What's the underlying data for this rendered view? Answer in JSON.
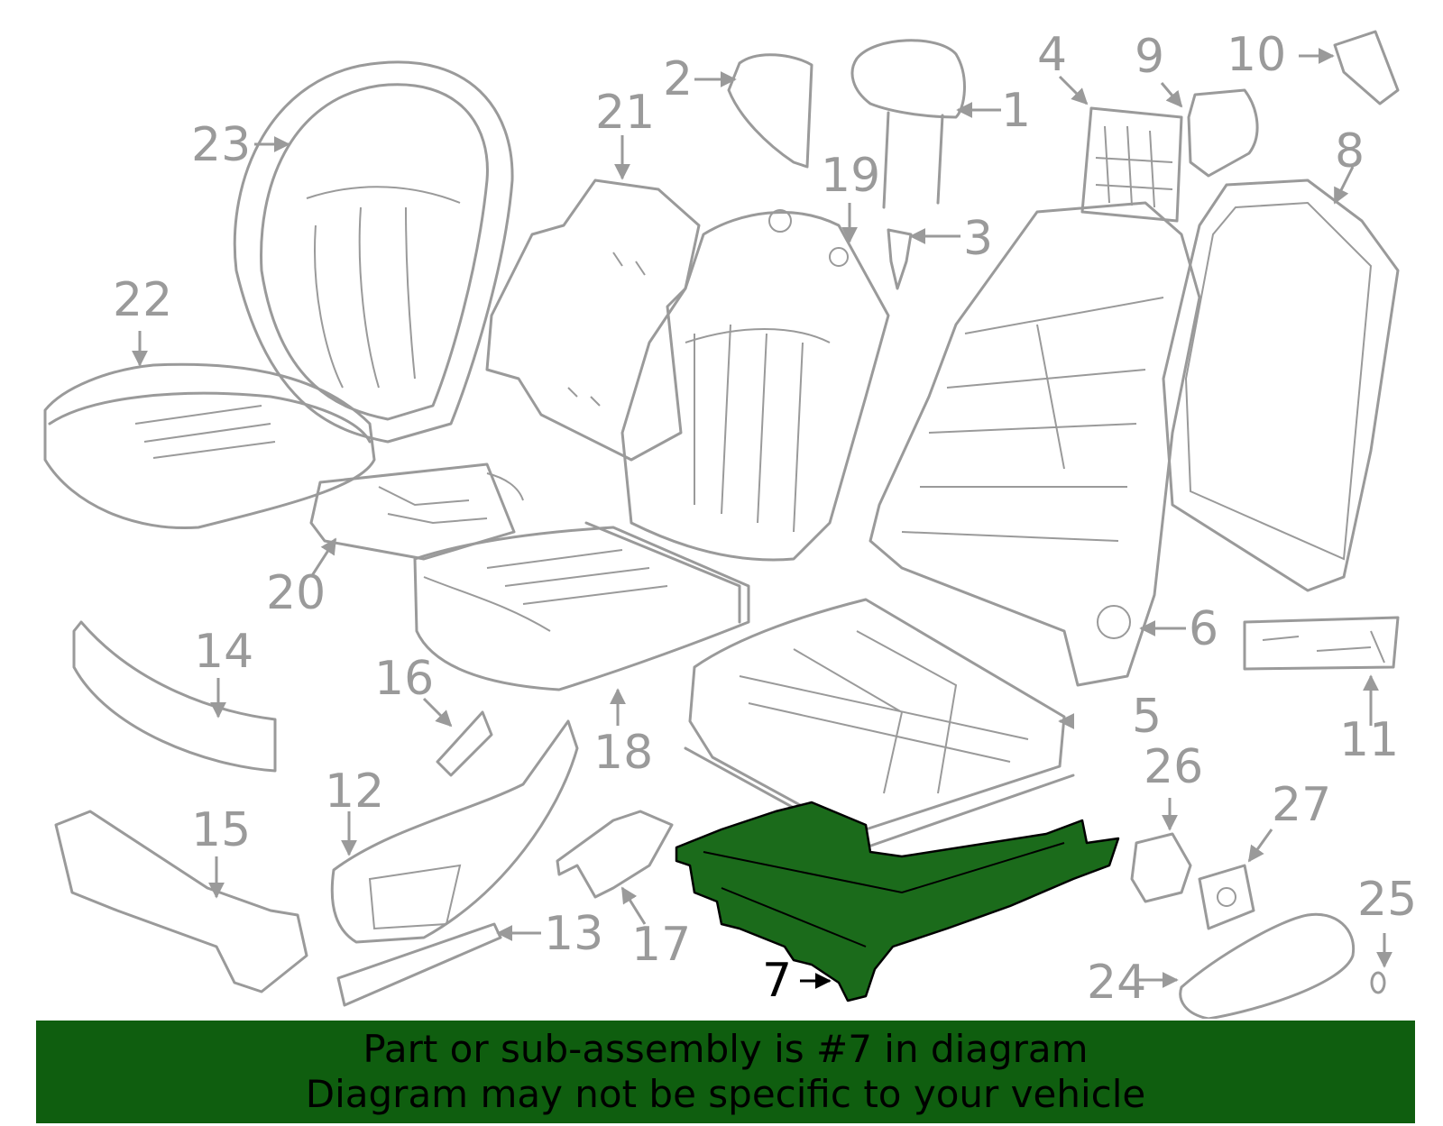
{
  "diagram": {
    "highlighted_part": "7",
    "highlight_color": "#1b6b1b",
    "callouts": [
      "1",
      "2",
      "3",
      "4",
      "5",
      "6",
      "7",
      "8",
      "9",
      "10",
      "11",
      "12",
      "13",
      "14",
      "15",
      "16",
      "17",
      "18",
      "19",
      "20",
      "21",
      "22",
      "23",
      "24",
      "25",
      "26",
      "27"
    ]
  },
  "banner": {
    "line1": "Part or sub-assembly is #7 in diagram",
    "line2": "Diagram may not be specific to your vehicle",
    "background": "#0f5e0f"
  }
}
